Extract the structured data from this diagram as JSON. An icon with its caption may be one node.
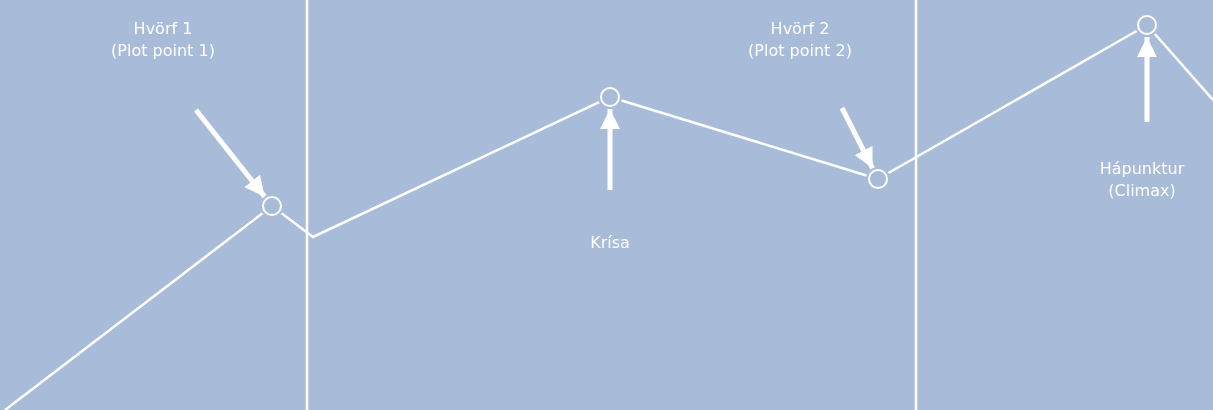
{
  "diagram": {
    "nodes": [
      {
        "text": [
          "Hvörf 1 (Plot point 1)"
        ]
      },
      {
        "text": [],
        "shape": "circle"
      },
      {
        "text": [],
        "shape": "circle"
      },
      {
        "text": [
          "Krísa"
        ]
      },
      {
        "text": [
          "Hvörf 2 (Plot point 2)"
        ]
      },
      {
        "text": [],
        "shape": "circle"
      },
      {
        "text": [],
        "shape": "circle"
      },
      {
        "text": [
          "Hápunktur (Climax)"
        ]
      }
    ],
    "edges": [
      {
        "from": null,
        "to": 1,
        "arrow": "none"
      },
      {
        "from": 1,
        "to": 2,
        "arrow": "none"
      },
      {
        "from": 2,
        "to": 5,
        "arrow": "none"
      },
      {
        "from": 5,
        "to": 6,
        "arrow": "none"
      },
      {
        "from": 6,
        "to": null,
        "arrow": "none"
      },
      {
        "from": 0,
        "to": 1,
        "arrow": "to",
        "style": "thick"
      },
      {
        "from": 3,
        "to": 2,
        "arrow": "to",
        "style": "thick"
      },
      {
        "from": 4,
        "to": 5,
        "arrow": "to",
        "style": "thick"
      },
      {
        "from": 7,
        "to": 6,
        "arrow": "to",
        "style": "thick"
      }
    ]
  }
}
